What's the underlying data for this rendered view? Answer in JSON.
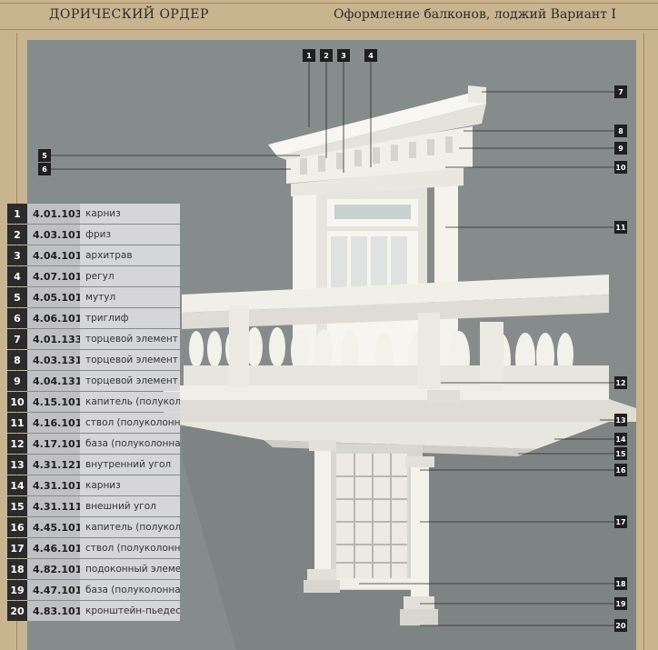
{
  "header": {
    "left_title": "ДОРИЧЕСКИЙ ОРДЕР",
    "right_title": "Оформление балконов, лоджий Вариант I"
  },
  "legend": [
    {
      "num": "1",
      "code": "4.01.103",
      "desc": "карниз"
    },
    {
      "num": "2",
      "code": "4.03.101",
      "desc": "фриз"
    },
    {
      "num": "3",
      "code": "4.04.101",
      "desc": "архитрав"
    },
    {
      "num": "4",
      "code": "4.07.101",
      "desc": "регул"
    },
    {
      "num": "5",
      "code": "4.05.101",
      "desc": "мутул"
    },
    {
      "num": "6",
      "code": "4.06.101",
      "desc": "триглиф"
    },
    {
      "num": "7",
      "code": "4.01.133",
      "desc": "торцевой элемент"
    },
    {
      "num": "8",
      "code": "4.03.131",
      "desc": "торцевой элемент"
    },
    {
      "num": "9",
      "code": "4.04.131",
      "desc": "торцевой элемент"
    },
    {
      "num": "10",
      "code": "4.15.101",
      "desc": "капитель (полуколонна)"
    },
    {
      "num": "11",
      "code": "4.16.101",
      "desc": "ствол (полуколонна)"
    },
    {
      "num": "12",
      "code": "4.17.101",
      "desc": "база (полуколонна)"
    },
    {
      "num": "13",
      "code": "4.31.121",
      "desc": "внутренний угол"
    },
    {
      "num": "14",
      "code": "4.31.101",
      "desc": "карниз"
    },
    {
      "num": "15",
      "code": "4.31.111",
      "desc": "внешний угол"
    },
    {
      "num": "16",
      "code": "4.45.101",
      "desc": "капитель (полуколонна)"
    },
    {
      "num": "17",
      "code": "4.46.101",
      "desc": "ствол (полуколонна)"
    },
    {
      "num": "18",
      "code": "4.82.101",
      "desc": "подоконный элемент"
    },
    {
      "num": "19",
      "code": "4.47.101",
      "desc": "база (полуколонна)"
    },
    {
      "num": "20",
      "code": "4.83.101",
      "desc": "кронштейн-пьедестал"
    }
  ],
  "callouts": {
    "c1": "1",
    "c2": "2",
    "c3": "3",
    "c4": "4",
    "c5": "5",
    "c6": "6",
    "c7": "7",
    "c8": "8",
    "c9": "9",
    "c10": "10",
    "c11": "11",
    "c12": "12",
    "c13": "13",
    "c14": "14",
    "c15": "15",
    "c16": "16",
    "c17": "17",
    "c18": "18",
    "c19": "19",
    "c20": "20"
  },
  "colors": {
    "frame": "#c8b48f",
    "wall": "#848989",
    "stone": "#f2f1ea",
    "badge": "#1f1f1f"
  }
}
